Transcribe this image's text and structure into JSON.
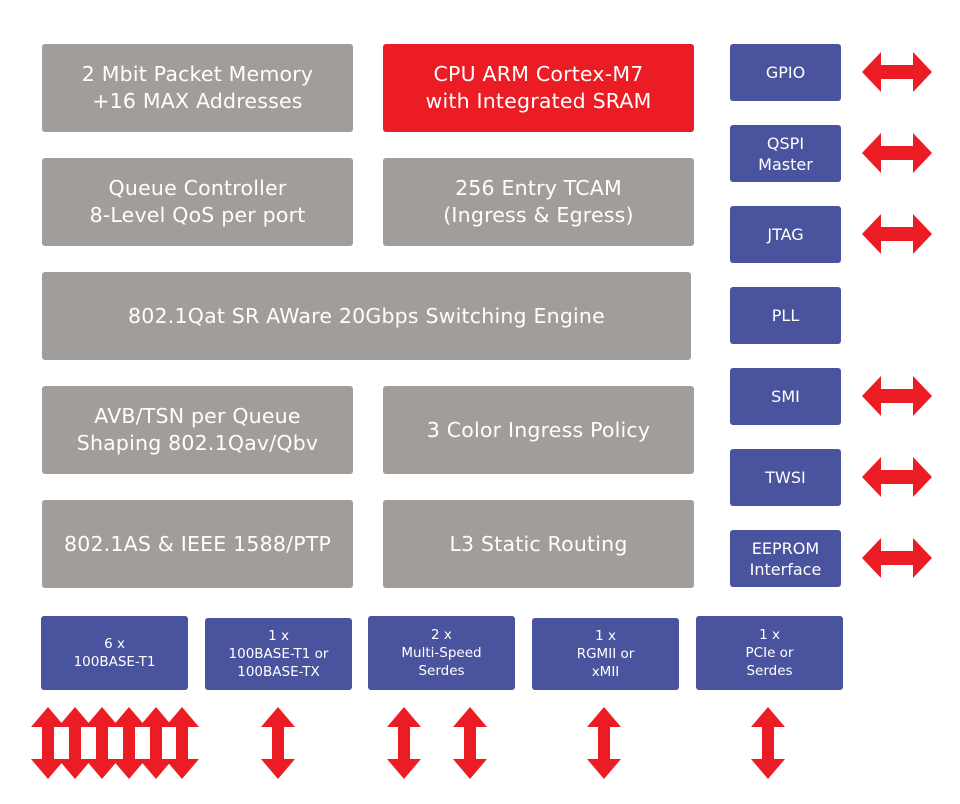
{
  "core_blocks": {
    "packet_memory": "2 Mbit Packet Memory\n+16 MAX Addresses",
    "cpu": "CPU ARM Cortex-M7\nwith Integrated SRAM",
    "queue_controller": "Queue Controller\n8-Level QoS per port",
    "tcam": "256 Entry TCAM\n(Ingress & Egress)",
    "switching_engine": "802.1Qat SR AWare 20Gbps Switching Engine",
    "avb_tsn": "AVB/TSN per Queue\nShaping 802.1Qav/Qbv",
    "ingress_policy": "3 Color Ingress Policy",
    "ptp": "802.1AS & IEEE 1588/PTP",
    "l3_routing": "L3 Static Routing"
  },
  "side_blocks": [
    {
      "label": "GPIO",
      "arrow": true
    },
    {
      "label": "QSPI\nMaster",
      "arrow": true
    },
    {
      "label": "JTAG",
      "arrow": true
    },
    {
      "label": "PLL",
      "arrow": false
    },
    {
      "label": "SMI",
      "arrow": true
    },
    {
      "label": "TWSI",
      "arrow": true
    },
    {
      "label": "EEPROM\nInterface",
      "arrow": true
    }
  ],
  "port_blocks": [
    {
      "label": "6 x\n100BASE-T1",
      "arrows": 6
    },
    {
      "label": "1 x\n100BASE-T1 or\n100BASE-TX",
      "arrows": 1
    },
    {
      "label": "2 x\nMulti-Speed\nSerdes",
      "arrows": 2
    },
    {
      "label": "1 x\nRGMII or\nxMII",
      "arrows": 1
    },
    {
      "label": "1 x\nPCIe or\nSerdes",
      "arrows": 1
    }
  ],
  "colors": {
    "gray_block": "#a19d9a",
    "cpu_block": "#ec1c24",
    "interface_block": "#4a539d",
    "arrow": "#ec1c24"
  }
}
